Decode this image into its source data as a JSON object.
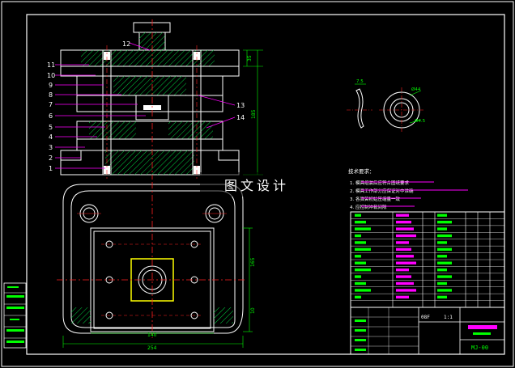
{
  "drawing": {
    "part_labels_left": [
      "11",
      "10",
      "9",
      "8",
      "7",
      "6",
      "5",
      "4",
      "3",
      "2",
      "1"
    ],
    "part_label_top": "12",
    "part_labels_right": [
      "13",
      "14"
    ],
    "dims_right": [
      "35",
      "185"
    ],
    "dims_bottom": [
      "140",
      "254"
    ],
    "dims_plan_right": [
      "165",
      "10"
    ],
    "detail_dims": [
      "7.5",
      "Ø44",
      "Ø4.5"
    ]
  },
  "tech_notes": {
    "title": "技术要求：",
    "items": [
      "1. 模具组装后应符合图纸要求",
      "2. 模具工作部分应保证对中准确",
      "3. 各弹簧初始压缩量一致",
      "4. 应控制冲裁间隙"
    ]
  },
  "watermark": "图文设计",
  "title_block": {
    "material": "08F",
    "scale": "1:1",
    "drawing_no": "MJ-00"
  },
  "colors": {
    "background": "#000000",
    "frame": "#ffffff",
    "outline": "#ffffff",
    "hatch": "#00ff00",
    "center": "#ff2020",
    "dimension": "#00ff00",
    "leader": "#ff00ff",
    "highlight": "#ffff00",
    "block_text": "#00ff00"
  }
}
